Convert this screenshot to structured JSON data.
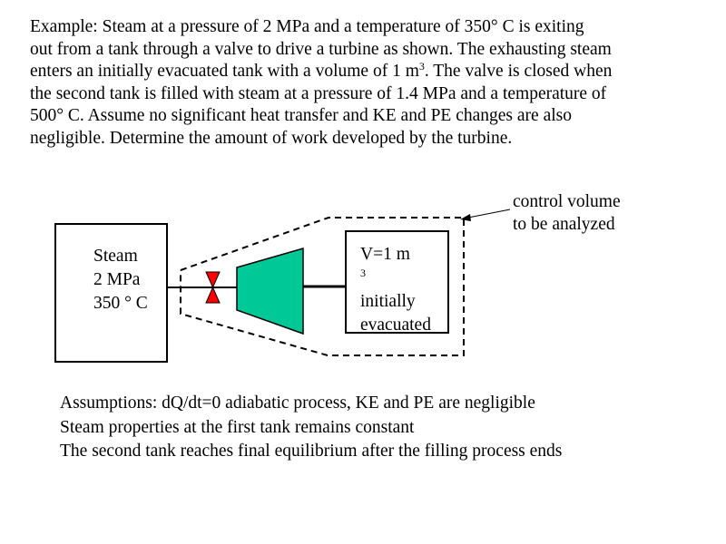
{
  "problem": {
    "lines": [
      "Example: Steam at a pressure of 2 MPa and a temperature of 350° C is exiting",
      "out from a tank through a valve to drive a turbine as shown.  The exhausting steam",
      "enters an initially evacuated tank with a volume of 1 m",
      "3",
      ".  The valve is closed when",
      "the second tank is filled with steam at a pressure of 1.4 MPa and a temperature of",
      "500° C.  Assume no significant heat transfer and KE and PE changes are also",
      "negligible.  Determine the amount of work developed by the turbine."
    ]
  },
  "diagram": {
    "control_volume_label": [
      "control volume",
      "to be analyzed"
    ],
    "tank1_label": [
      "Steam",
      "2 MPa",
      "350 ° C"
    ],
    "tank2_label": {
      "line1_main": "V=1 m",
      "line1_sup": "3",
      "line2": "initially",
      "line3": "evacuated"
    },
    "colors": {
      "turbine": "#00c896",
      "valve": "#ff0000",
      "line": "#000000"
    },
    "icons": [
      "valve-icon",
      "turbine-icon"
    ]
  },
  "assumptions": {
    "lines": [
      "Assumptions: dQ/dt=0 adiabatic process, KE and PE are negligible",
      "Steam properties at the first tank remains constant",
      "The second tank reaches final equilibrium after the filling process ends"
    ]
  }
}
